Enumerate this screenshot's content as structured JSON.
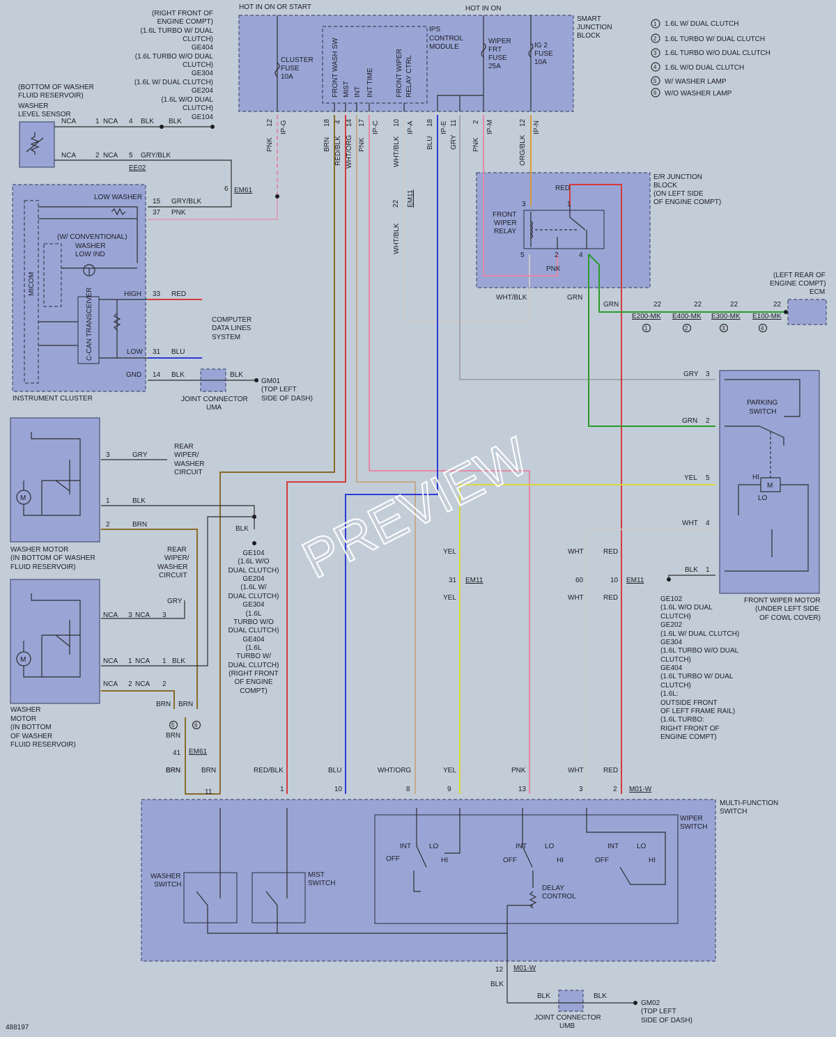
{
  "colors": {
    "background": "#c3cdd8",
    "block": "#9aa5d6",
    "pnk": "#e38aa6",
    "brn": "#8a6a2a",
    "red": "#d33a3a",
    "blu": "#2b3ad8",
    "yel": "#d8d83a",
    "grn": "#2a9a2a",
    "gry": "#9a9aa0",
    "blk": "#2c2c2c",
    "org": "#d89a3a"
  },
  "header": {
    "hot_in_on_or_start": "HOT IN ON OR START",
    "hot_in_on": "HOT IN ON"
  },
  "smart_junction": {
    "title": [
      "SMART",
      "JUNCTION",
      "BLOCK"
    ],
    "cluster_fuse": [
      "CLUSTER",
      "FUSE",
      "10A"
    ],
    "ips_module": [
      "IPS",
      "CONTROL",
      "MODULE"
    ],
    "wiper_fuse": [
      "WIPER",
      "FRT",
      "FUSE",
      "25A"
    ],
    "ig2_fuse": [
      "IG 2",
      "FUSE",
      "10A"
    ],
    "pins": [
      "FRONT WASH SW",
      "MIST",
      "INT",
      "INT TIME",
      "FRONT WIPER",
      "RELAY CTRL"
    ]
  },
  "legend": [
    {
      "num": "1",
      "text": "1.6L W/ DUAL CLUTCH"
    },
    {
      "num": "2",
      "text": "1.6L TURBO W/ DUAL CLUTCH"
    },
    {
      "num": "3",
      "text": "1.6L TURBO W/O DUAL CLUTCH"
    },
    {
      "num": "4",
      "text": "1.6L W/O DUAL CLUTCH"
    },
    {
      "num": "5",
      "text": "W/ WASHER LAMP"
    },
    {
      "num": "6",
      "text": "W/O WASHER LAMP"
    }
  ],
  "top_ground_note": [
    "(RIGHT FRONT OF",
    "ENGINE COMPT)",
    "(1.6L TURBO W/ DUAL",
    "CLUTCH)",
    "GE404",
    "(1.6L TURBO W/O DUAL",
    "CLUTCH)",
    "GE304",
    "(1.6L W/ DUAL CLUTCH)",
    "GE204",
    "(1.6L W/O DUAL",
    "CLUTCH)",
    "GE104"
  ],
  "washer_sensor": {
    "label": [
      "(BOTTOM OF WASHER",
      "FLUID RESERVOIR)",
      "WASHER",
      "LEVEL SENSOR"
    ],
    "nca": "NCA",
    "pin1": "1",
    "pin2": "2",
    "pin4": "4",
    "pin5": "5",
    "blk": "BLK",
    "gryblk": "GRY/BLK",
    "connector": "EE02"
  },
  "instrument_cluster": {
    "title": "INSTRUMENT CLUSTER",
    "low_washer": "LOW WASHER",
    "conventional": [
      "(W/ CONVENTIONAL)",
      "WASHER",
      "LOW IND"
    ],
    "micom": "MICOM",
    "transceiver": "C-CAN TRANSCEIVER",
    "high": "HIGH",
    "low": "LOW",
    "gnd": "GND",
    "pin15": "15",
    "pin37": "37",
    "pin33": "33",
    "pin31": "31",
    "pin14": "14",
    "w_gryblk": "GRY/BLK",
    "w_pnk": "PNK",
    "w_red": "RED",
    "w_blu": "BLU",
    "w_blk": "BLK",
    "em61_pin": "6",
    "em61": "EM61",
    "computer_data": [
      "COMPUTER",
      "DATA LINES",
      "SYSTEM"
    ],
    "joint": [
      "JOINT CONNECTOR",
      "UMA"
    ],
    "gm01": [
      "GM01",
      "(TOP LEFT",
      "SIDE OF DASH)"
    ]
  },
  "smart_pins": [
    {
      "num": "12",
      "conn": "IP-G",
      "color": "PNK"
    },
    {
      "num": "18",
      "conn": "",
      "color": "BRN"
    },
    {
      "num": "4",
      "conn": "",
      "color": "RED/BLK"
    },
    {
      "num": "14",
      "conn": "",
      "color": "WHT/ORG"
    },
    {
      "num": "17",
      "conn": "IP-C",
      "color": "PNK"
    },
    {
      "num": "10",
      "conn": "IP-A",
      "color": "WHT/BLK"
    },
    {
      "num": "18",
      "conn": "IP-E",
      "color": "BLU"
    },
    {
      "num": "11",
      "conn": "",
      "color": "GRY"
    },
    {
      "num": "2",
      "conn": "IP-M",
      "color": "PNK"
    },
    {
      "num": "12",
      "conn": "IP-N",
      "color": "ORG/BLK"
    }
  ],
  "em11_top": {
    "pin": "22",
    "conn": "EM11",
    "color": "WHT/BLK"
  },
  "er_junction": {
    "title": [
      "E/R JUNCTION",
      "BLOCK",
      "(ON LEFT SIDE",
      "OF ENGINE COMPT)"
    ],
    "relay": [
      "FRONT",
      "WIPER",
      "RELAY"
    ],
    "pins": [
      "3",
      "1",
      "5",
      "2",
      "4"
    ],
    "red": "RED",
    "pnk": "PNK",
    "whtblk": "WHT/BLK",
    "grn": "GRN"
  },
  "ecm": {
    "label": [
      "(LEFT REAR OF",
      "ENGINE COMPT)",
      "ECM"
    ],
    "grn": "GRN",
    "connectors": [
      {
        "pin": "22",
        "conn": "E200-MK",
        "num": "1"
      },
      {
        "pin": "22",
        "conn": "E400-MK",
        "num": "2"
      },
      {
        "pin": "22",
        "conn": "E300-MK",
        "num": "3"
      },
      {
        "pin": "22",
        "conn": "E100-MK",
        "num": "4"
      }
    ],
    "ecm_pin": "22"
  },
  "wiper_motor": {
    "title": [
      "FRONT WIPER MOTOR",
      "(UNDER LEFT SIDE",
      "OF COWL COVER)"
    ],
    "parking": [
      "PARKING",
      "SWITCH"
    ],
    "hi": "HI",
    "lo": "LO",
    "wires": [
      {
        "color": "GRY",
        "pin": "3"
      },
      {
        "color": "GRN",
        "pin": "2"
      },
      {
        "color": "YEL",
        "pin": "5"
      },
      {
        "color": "WHT",
        "pin": "4"
      },
      {
        "color": "BLK",
        "pin": "1"
      }
    ],
    "ground": [
      "GE102",
      "(1.6L W/O DUAL",
      "CLUTCH)",
      "GE202",
      "(1.6L W/ DUAL CLUTCH)",
      "GE304",
      "(1.6L TURBO W/O DUAL",
      "CLUTCH)",
      "GE404",
      "(1.6L TURBO W/ DUAL",
      "CLUTCH)",
      "(1.6L:",
      "OUTSIDE FRONT",
      "OF LEFT FRAME RAIL)",
      "(1.6L TURBO:",
      "RIGHT FRONT OF",
      "ENGINE COMPT)"
    ]
  },
  "washer_motor1": {
    "label": [
      "WASHER MOTOR",
      "(IN BOTTOM OF WASHER",
      "FLUID RESERVOIR)"
    ],
    "pin3": "3",
    "pin1": "1",
    "pin2": "2",
    "gry": "GRY",
    "blk": "BLK",
    "brn": "BRN",
    "rear": [
      "REAR",
      "WIPER/",
      "WASHER",
      "CIRCUIT"
    ]
  },
  "washer_motor2": {
    "label": [
      "WASHER",
      "MOTOR",
      "(IN BOTTOM",
      "OF WASHER",
      "FLUID RESERVOIR)"
    ],
    "nca": "NCA",
    "n3": "3",
    "n1": "1",
    "n2": "2",
    "gry": "GRY",
    "blk": "BLK",
    "brn": "BRN",
    "rear": [
      "REAR",
      "WIPER/",
      "WASHER",
      "CIRCUIT"
    ],
    "variant5": "5",
    "variant6": "6"
  },
  "center_ground": {
    "blk": "BLK",
    "lines": [
      "GE104",
      "(1.6L W/O",
      "DUAL CLUTCH)",
      "GE204",
      "(1.6L W/",
      "DUAL CLUTCH)",
      "GE304",
      "(1.6L",
      "TURBO W/O",
      "DUAL CLUTCH)",
      "GE404",
      "(1.6L",
      "TURBO W/",
      "DUAL CLUTCH)",
      "(RIGHT FRONT",
      "OF ENGINE",
      "COMPT)"
    ]
  },
  "em61_low": {
    "pin": "41",
    "conn": "EM61",
    "brn": "BRN"
  },
  "em11_mid": [
    {
      "pin": "31",
      "conn": "EM11",
      "color": "YEL"
    },
    {
      "pin": "60",
      "conn": "",
      "color": "WHT"
    },
    {
      "pin": "10",
      "conn": "EM11",
      "color": "RED"
    }
  ],
  "mfs": {
    "title": [
      "MULTI-FUNCTION",
      "SWITCH"
    ],
    "wiper_switch": [
      "WIPER",
      "SWITCH"
    ],
    "washer_switch": [
      "WASHER",
      "SWITCH"
    ],
    "mist_switch": [
      "MIST",
      "SWITCH"
    ],
    "delay": [
      "DELAY",
      "CONTROL"
    ],
    "int": "INT",
    "lo": "LO",
    "hi": "HI",
    "off": "OFF",
    "conn": "M01-W",
    "pins": [
      {
        "color": "BRN",
        "pin": "11"
      },
      {
        "color": "BRN",
        "pin": ""
      },
      {
        "color": "RED/BLK",
        "pin": "1"
      },
      {
        "color": "BLU",
        "pin": "10"
      },
      {
        "color": "WHT/ORG",
        "pin": "8"
      },
      {
        "color": "YEL",
        "pin": "9"
      },
      {
        "color": "PNK",
        "pin": "13"
      },
      {
        "color": "WHT",
        "pin": "3"
      },
      {
        "color": "RED",
        "pin": "2"
      }
    ],
    "bottom_pin": "12",
    "bottom_conn": "M01-W",
    "blk": "BLK",
    "joint": [
      "JOINT CONNECTOR",
      "UMB"
    ],
    "gm02": [
      "GM02",
      "(TOP LEFT",
      "SIDE OF DASH)"
    ]
  },
  "footer": {
    "id": "488197",
    "watermark": "PREVIEW"
  }
}
